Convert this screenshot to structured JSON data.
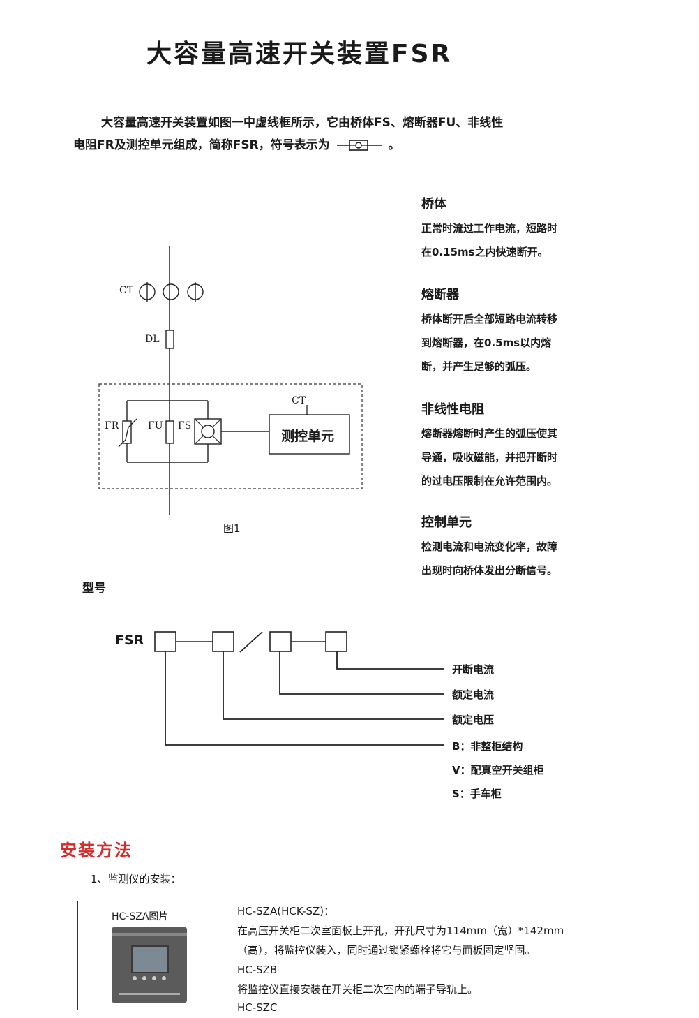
{
  "title": "大容量高速开关装置FSR",
  "intro": {
    "line1": "大容量高速开关装置如图一中虚线框所示，它由桥体FS、熔断器FU、非线性",
    "line2_pre": "电阻FR及测控单元组成，简称FSR，符号表示为",
    "line2_post": "。"
  },
  "diagram": {
    "ct_top": "CT",
    "dl": "DL",
    "fr": "FR",
    "fu": "FU",
    "fs": "FS",
    "ct_unit": "CT",
    "unit": "测控单元",
    "caption": "图1"
  },
  "sections": [
    {
      "heading": "桥体",
      "lines": [
        "正常时流过工作电流，短路时",
        "在0.15ms之内快速断开。"
      ]
    },
    {
      "heading": "熔断器",
      "lines": [
        "桥体断开后全部短路电流转移",
        "到熔断器，在0.5ms以内熔",
        "断，并产生足够的弧压。"
      ]
    },
    {
      "heading": "非线性电阻",
      "lines": [
        "熔断器熔断时产生的弧压使其",
        "导通，吸收磁能，并把开断时",
        "的过电压限制在允许范围内。"
      ]
    },
    {
      "heading": "控制单元",
      "lines": [
        "检测电流和电流变化率，故障",
        "出现时向桥体发出分断信号。"
      ]
    }
  ],
  "model": {
    "heading": "型号",
    "prefix": "FSR",
    "labels": [
      "开断电流",
      "额定电流",
      "额定电压",
      "B：非整柜结构",
      "V：配真空开关组柜",
      "S：手车柜"
    ]
  },
  "install": {
    "heading": "安装方法",
    "sub": "1、监测仪的安装：",
    "photo_label": "HC-SZA图片",
    "lines": [
      "HC-SZA(HCK-SZ)：",
      "在高压开关柜二次室面板上开孔，开孔尺寸为114mm（宽）*142mm",
      "（高），将监控仪装入，同时通过锁紧螺栓将它与面板固定坚固。",
      "HC-SZB",
      "将监控仪直接安装在开关柜二次室内的端子导轨上。",
      "HC-SZC"
    ]
  }
}
